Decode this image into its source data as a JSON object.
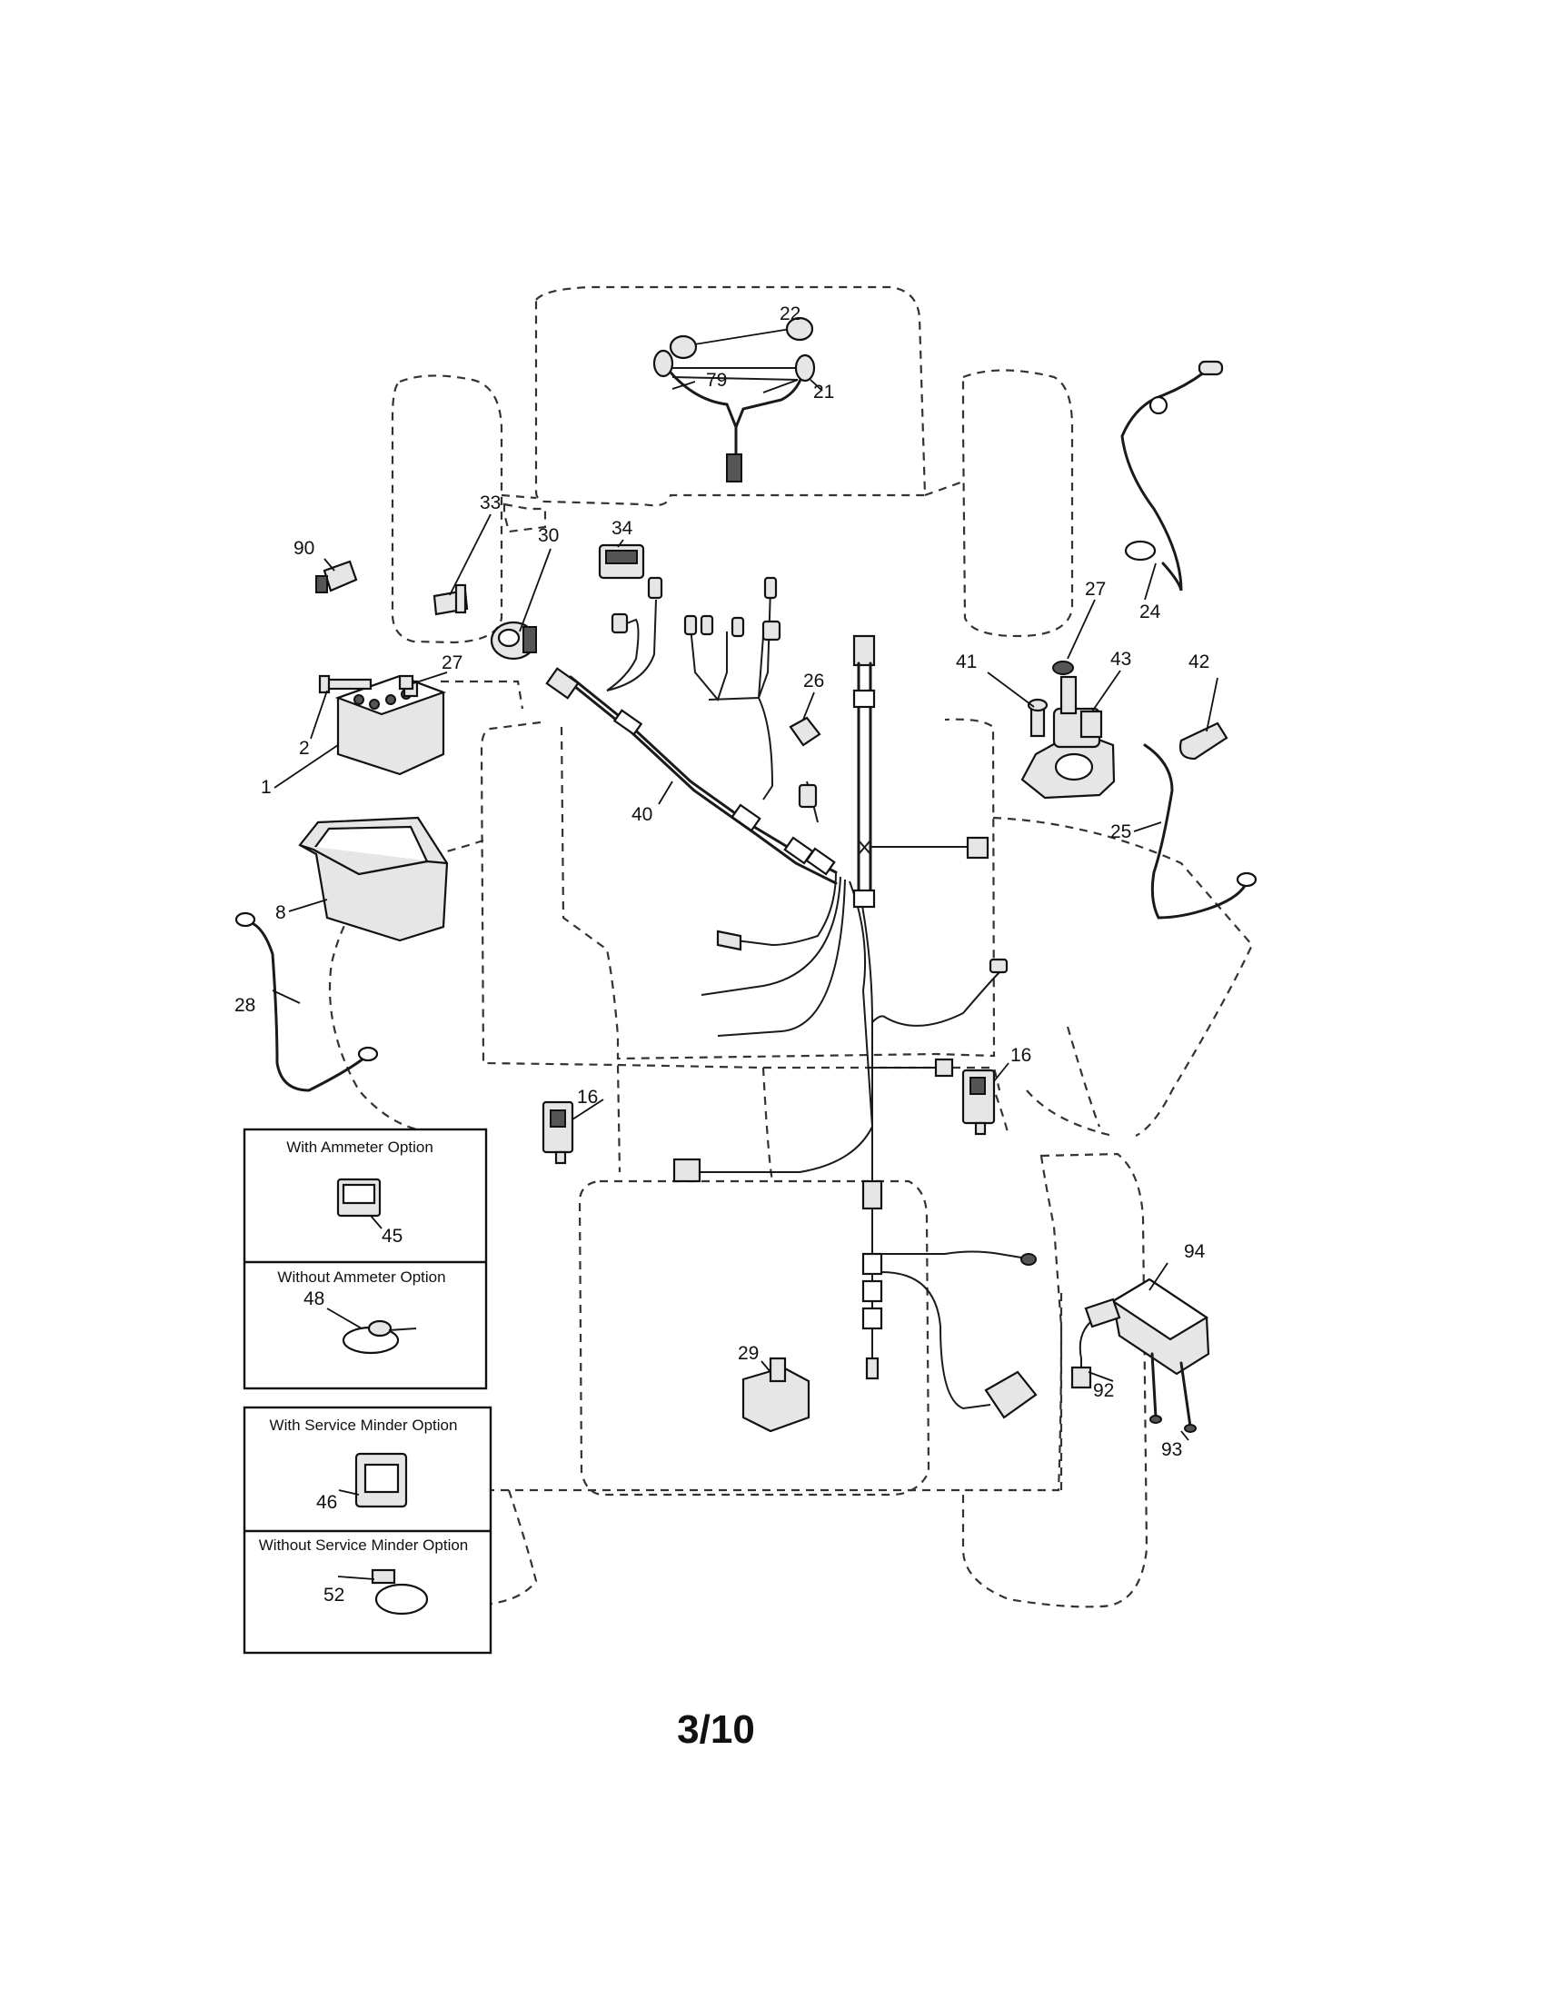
{
  "options": {
    "ammeter": {
      "with": "With Ammeter Option",
      "without": "Without Ammeter Option"
    },
    "service_minder": {
      "with": "With Service Minder Option",
      "without": "Without Service Minder Option"
    }
  },
  "callouts": {
    "c1": "1",
    "c2": "2",
    "c8": "8",
    "c16a": "16",
    "c16b": "16",
    "c21": "21",
    "c22": "22",
    "c24": "24",
    "c25": "25",
    "c26": "26",
    "c27a": "27",
    "c27b": "27",
    "c28": "28",
    "c29": "29",
    "c30": "30",
    "c33": "33",
    "c34": "34",
    "c40": "40",
    "c41": "41",
    "c42": "42",
    "c43": "43",
    "c45": "45",
    "c46": "46",
    "c48": "48",
    "c52": "52",
    "c79": "79",
    "c90": "90",
    "c92": "92",
    "c93": "93",
    "c94": "94"
  },
  "page_number": "3/10"
}
